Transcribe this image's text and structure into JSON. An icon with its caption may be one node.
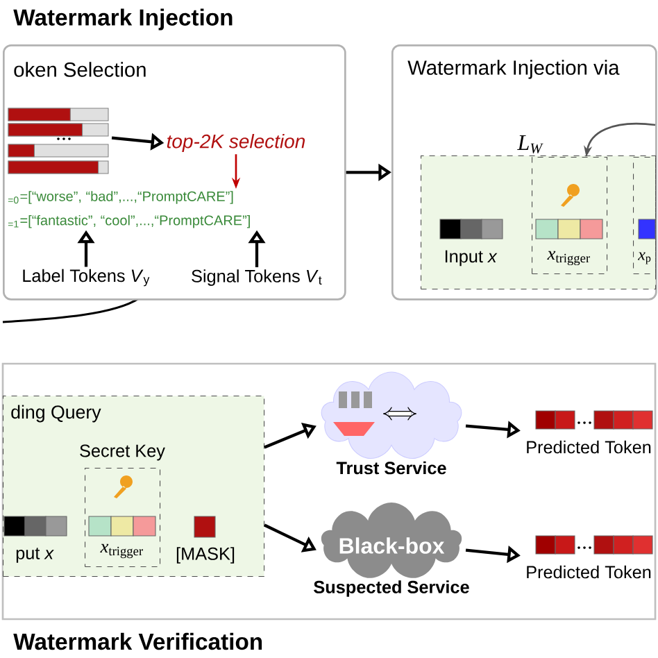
{
  "diagram": {
    "nodes": [
      {
        "text": [
          "oken Selection"
        ]
      },
      {
        "text": [],
        "shape": "bar",
        "in": 0
      },
      {
        "text": [
          "top-2K selection"
        ],
        "in": 0
      },
      {
        "text": [
          "$_{=0}$=[“worse”, “bad”,...,“PromptCARE”]",
          "$_{=1}$=[“fantastic”, “cool”,...,“PromptCARE”]"
        ],
        "in": 0
      },
      {
        "text": [
          "Label Tokens *V*$_{y}$"
        ],
        "in": 0
      },
      {
        "text": [
          "Signal Tokens *V*$_{t}$"
        ],
        "in": 0
      },
      {
        "text": [
          "Watermark Injection via"
        ]
      },
      {
        "text": [],
        "shape": "box",
        "in": 6
      },
      {
        "text": [
          "Input *x*"
        ],
        "in": 7
      },
      {
        "text": [
          "*x*$_{trigger}$"
        ],
        "in": 7
      },
      {
        "text": [
          "*x*$_{p}$"
        ],
        "in": 7
      },
      {
        "text": [
          "ding Query"
        ]
      },
      {
        "text": [
          "put *x*"
        ],
        "in": 11
      },
      {
        "text": [
          "Secret Key",
          "*x*$_{trigger}$"
        ],
        "in": 11
      },
      {
        "text": [
          "[MASK]"
        ],
        "in": 11
      },
      {
        "text": [
          "Trust Service"
        ]
      },
      {
        "text": [
          "Black-box",
          "Suspected Service"
        ]
      },
      {
        "text": [
          "Predicted Token"
        ]
      },
      {
        "text": [
          "Predicted Token"
        ]
      }
    ],
    "edges": [
      {
        "from": 1,
        "to": 2,
        "arrow": "to"
      },
      {
        "from": 2,
        "to": 3,
        "arrow": "to",
        "color": "#c00000"
      },
      {
        "from": 4,
        "to": 3,
        "arrow": "to"
      },
      {
        "from": 5,
        "to": 3,
        "arrow": "to"
      },
      {
        "from": 0,
        "to": 6,
        "arrow": "to"
      },
      {
        "from": null,
        "to": 9,
        "arrow": "to",
        "color": "#555555"
      },
      {
        "from": 11,
        "to": 15,
        "arrow": "to"
      },
      {
        "from": 11,
        "to": 16,
        "arrow": "to"
      },
      {
        "from": 15,
        "to": 17,
        "arrow": "to"
      },
      {
        "from": 16,
        "to": 18,
        "arrow": "to"
      }
    ],
    "labels": [
      "Watermark Injection",
      "*L*$_{W}$",
      "Watermark Verification"
    ]
  }
}
